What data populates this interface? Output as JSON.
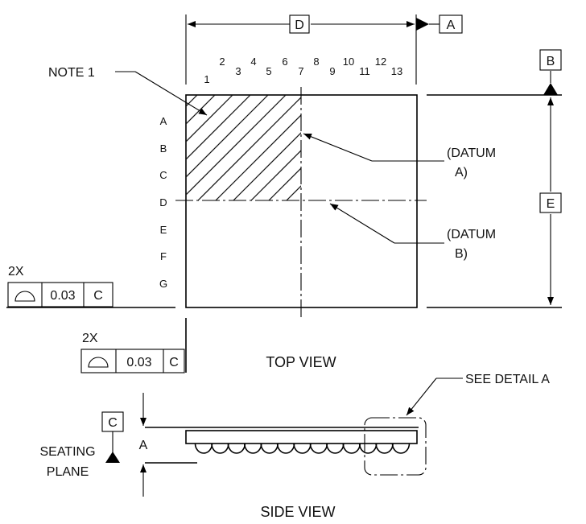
{
  "datums": {
    "A": "A",
    "B": "B",
    "C": "C",
    "D": "D",
    "E": "E"
  },
  "note": "NOTE 1",
  "columns": [
    "1",
    "2",
    "3",
    "4",
    "5",
    "6",
    "7",
    "8",
    "9",
    "10",
    "11",
    "12",
    "13"
  ],
  "rows": [
    "A",
    "B",
    "C",
    "D",
    "E",
    "F",
    "G"
  ],
  "datum_labels": {
    "a_line1": "(DATUM",
    "a_line2": "A)",
    "b_line1": "(DATUM",
    "b_line2": "B)"
  },
  "tolerance": {
    "count": "2X",
    "value": "0.03",
    "datum": "C"
  },
  "views": {
    "top": "TOP VIEW",
    "side": "SIDE VIEW"
  },
  "see_detail": "SEE DETAIL A",
  "seating_plane": {
    "line1": "SEATING",
    "line2": "PLANE"
  },
  "height_label": "A"
}
